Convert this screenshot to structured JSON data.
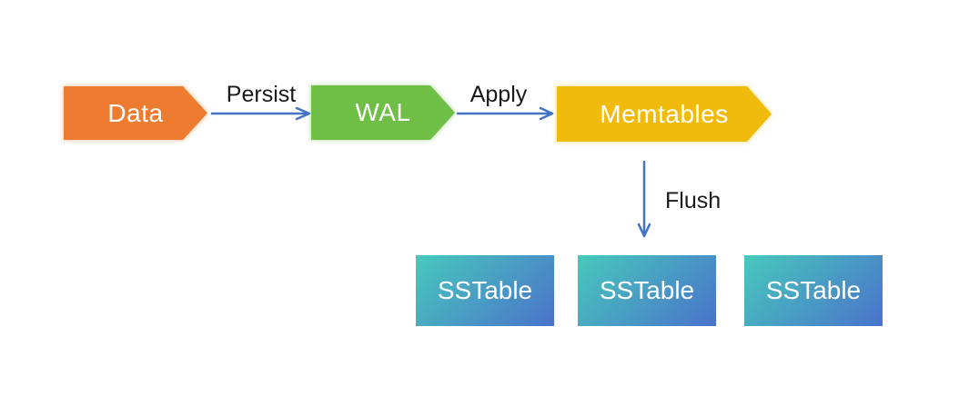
{
  "background": "#ffffff",
  "colors": {
    "arrow": "#4472C4",
    "data_node_fill": "#ED7C31",
    "wal_node_fill": "#6FBE45",
    "memtables_node_fill": "#F1BB0E",
    "sstable_gradient_start": "#48C9BC",
    "sstable_gradient_end": "#4A72CB",
    "node_text": "#FFFFFF",
    "edge_label_text": "#1A1A1A"
  },
  "nodes": {
    "data": {
      "label": "Data",
      "shape": "right-arrow-pentagon"
    },
    "wal": {
      "label": "WAL",
      "shape": "right-arrow-pentagon"
    },
    "memtables": {
      "label": "Memtables",
      "shape": "right-arrow-pentagon"
    },
    "sstables": [
      {
        "label": "SSTable",
        "shape": "rect"
      },
      {
        "label": "SSTable",
        "shape": "rect"
      },
      {
        "label": "SSTable",
        "shape": "rect"
      }
    ]
  },
  "edges": {
    "persist": {
      "label": "Persist",
      "from": "Data",
      "to": "WAL",
      "direction": "right"
    },
    "apply": {
      "label": "Apply",
      "from": "WAL",
      "to": "Memtables",
      "direction": "right"
    },
    "flush": {
      "label": "Flush",
      "from": "Memtables",
      "to": "SSTable",
      "direction": "down"
    }
  }
}
